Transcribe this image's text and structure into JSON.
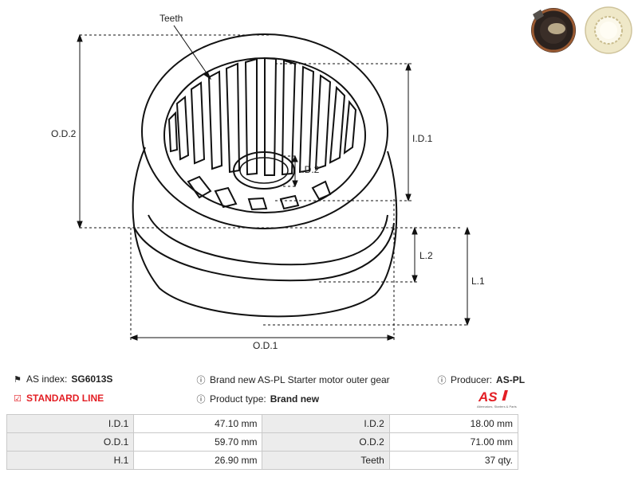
{
  "diagram": {
    "labels": {
      "teeth": "Teeth",
      "od2": "O.D.2",
      "id1": "I.D.1",
      "id2": "I.D.2",
      "l2": "L.2",
      "l1": "L.1",
      "od1": "O.D.1"
    }
  },
  "info": {
    "as_index_label": "AS index:",
    "as_index_value": "SG6013S",
    "description": "Brand new AS-PL Starter motor outer gear",
    "producer_label": "Producer:",
    "producer_value": "AS-PL",
    "line": "STANDARD LINE",
    "product_type_label": "Product type:",
    "product_type_value": "Brand new"
  },
  "logo": {
    "mark": "AS",
    "tagline": "Alternators, Starters & Parts"
  },
  "specs": [
    {
      "label1": "I.D.1",
      "value1": "47.10 mm",
      "label2": "I.D.2",
      "value2": "18.00 mm"
    },
    {
      "label1": "O.D.1",
      "value1": "59.70 mm",
      "label2": "O.D.2",
      "value2": "71.00 mm"
    },
    {
      "label1": "H.1",
      "value1": "26.90 mm",
      "label2": "Teeth",
      "value2": "37 qty."
    }
  ],
  "colors": {
    "accent_red": "#e31e24",
    "label_bg": "#ececec",
    "border": "#c9c9c9"
  }
}
